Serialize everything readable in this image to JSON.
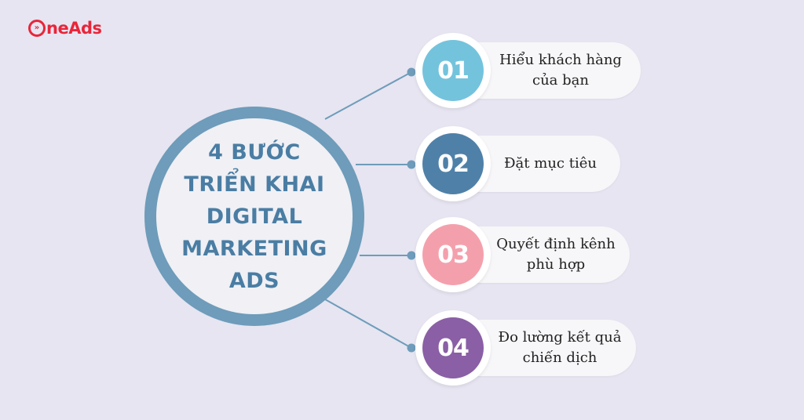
{
  "brand": {
    "logo_text": "neAds",
    "accent": "#e8263a"
  },
  "center": {
    "title": "4 BƯỚC TRIỂN KHAI DIGITAL MARKETING ADS",
    "ring_color": "#6e9cba",
    "text_color": "#4a7da3"
  },
  "steps": [
    {
      "number": "01",
      "label": "Hiểu khách hàng của bạn",
      "color": "#74c3dd"
    },
    {
      "number": "02",
      "label": "Đặt mục tiêu",
      "color": "#4f81a8"
    },
    {
      "number": "03",
      "label": "Quyết định kênh phù hợp",
      "color": "#f4a0ac"
    },
    {
      "number": "04",
      "label": "Đo lường kết quả chiến dịch",
      "color": "#8a5fa5"
    }
  ]
}
